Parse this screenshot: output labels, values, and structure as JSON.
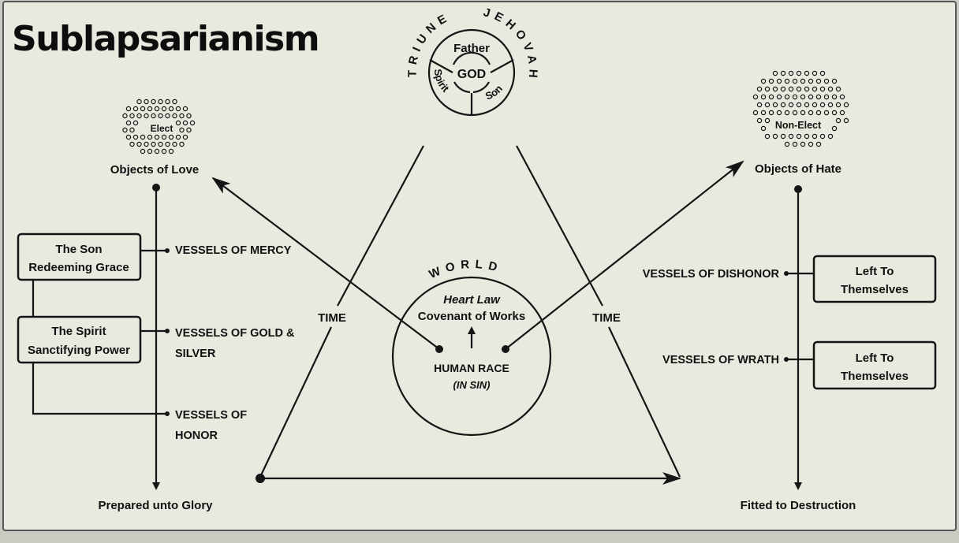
{
  "title": "Sublapsarianism",
  "godhead": {
    "arc_left": "TRIUNE",
    "arc_right": "JEHOVAH",
    "center": "GOD",
    "father": "Father",
    "son": "Son",
    "spirit": "Spirit"
  },
  "elect": {
    "cluster_label": "Elect",
    "heading": "Objects of Love",
    "footer": "Prepared unto Glory",
    "boxes": [
      {
        "line1": "The Son",
        "line2": "Redeeming Grace"
      },
      {
        "line1": "The Spirit",
        "line2": "Sanctifying Power"
      }
    ],
    "vessels": [
      {
        "line1": "VESSELS OF MERCY",
        "line2": ""
      },
      {
        "line1": "VESSELS OF GOLD &",
        "line2": "SILVER"
      },
      {
        "line1": "VESSELS OF",
        "line2": "HONOR"
      }
    ]
  },
  "non_elect": {
    "cluster_label": "Non-Elect",
    "heading": "Objects of Hate",
    "footer": "Fitted to Destruction",
    "boxes": [
      {
        "line1": "Left To",
        "line2": "Themselves"
      },
      {
        "line1": "Left To",
        "line2": "Themselves"
      }
    ],
    "vessels": [
      {
        "line1": "VESSELS OF DISHONOR"
      },
      {
        "line1": "VESSELS OF WRATH"
      }
    ]
  },
  "time_labels": [
    "TIME",
    "TIME"
  ],
  "world": {
    "arc": "WORLD",
    "heart_law": "Heart Law",
    "covenant": "Covenant of Works",
    "human_race": "HUMAN RACE",
    "in_sin": "(IN SIN)"
  },
  "colors": {
    "paper": "#e8e9df",
    "ink": "#151515",
    "frame": "#555555"
  }
}
